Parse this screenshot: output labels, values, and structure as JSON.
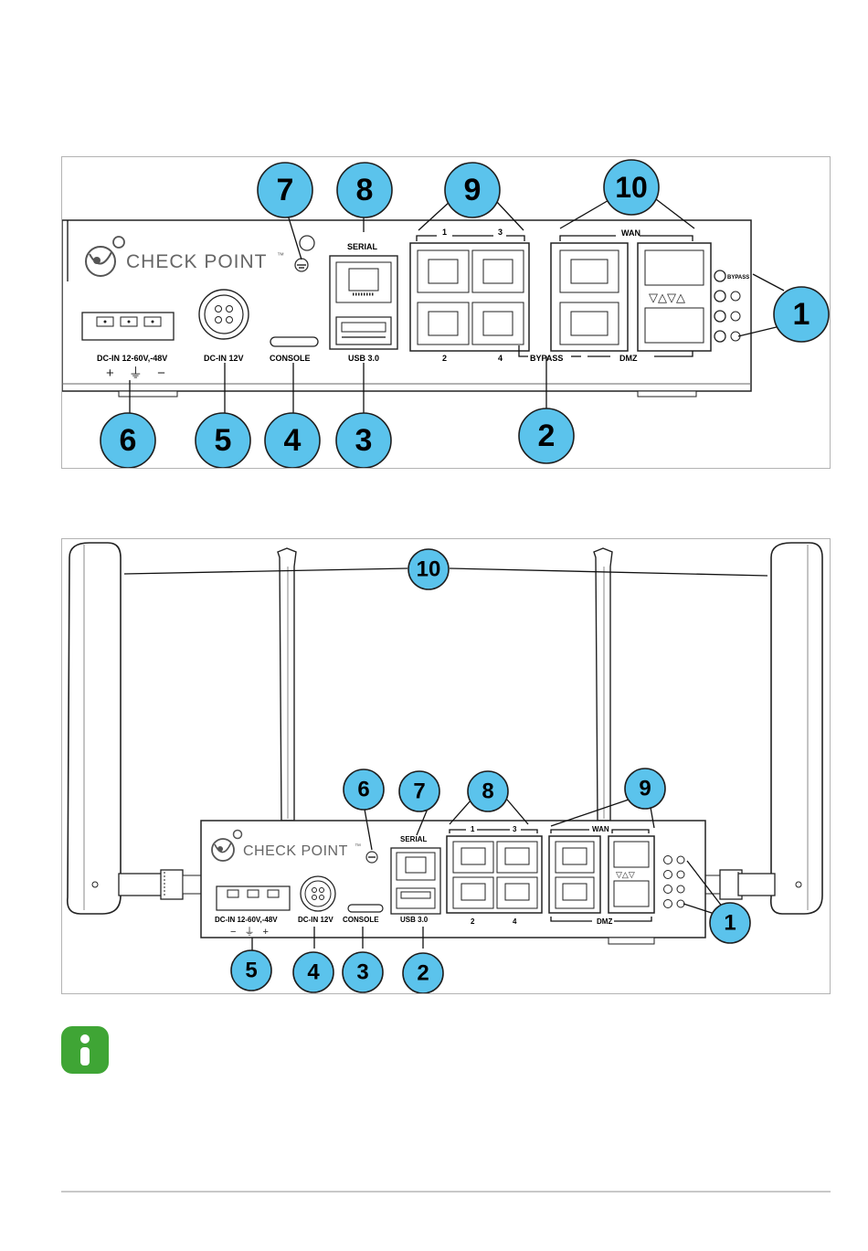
{
  "figure1": {
    "brand": "CHECK POINT",
    "tm": "™",
    "labels": {
      "serial": "SERIAL",
      "port1": "1",
      "port3": "3",
      "port2": "2",
      "port4": "4",
      "wan": "WAN",
      "dmz": "DMZ",
      "bypass": "BYPASS",
      "bypass_led": "BYPASS",
      "dc_in": "DC-IN 12-60V,-48V",
      "dc_in_12v": "DC-IN 12V",
      "console": "CONSOLE",
      "usb": "USB 3.0",
      "polarity": "+ ⏚ −"
    },
    "callouts": [
      "1",
      "2",
      "3",
      "4",
      "5",
      "6",
      "7",
      "8",
      "9",
      "10"
    ]
  },
  "figure2": {
    "brand": "CHECK POINT",
    "tm": "™",
    "labels": {
      "serial": "SERIAL",
      "port1": "1",
      "port3": "3",
      "port2": "2",
      "port4": "4",
      "wan": "WAN",
      "dmz": "DMZ",
      "dc_in": "DC-IN 12-60V,-48V",
      "dc_in_12v": "DC-IN 12V",
      "console": "CONSOLE",
      "usb": "USB 3.0",
      "polarity": "− ⏚ +"
    },
    "callouts": [
      "1",
      "2",
      "3",
      "4",
      "5",
      "6",
      "7",
      "8",
      "9",
      "10"
    ]
  },
  "icons": {
    "info": "info-icon"
  },
  "colors": {
    "callout_fill": "#5bc3ec",
    "info_green": "#3fa535"
  }
}
